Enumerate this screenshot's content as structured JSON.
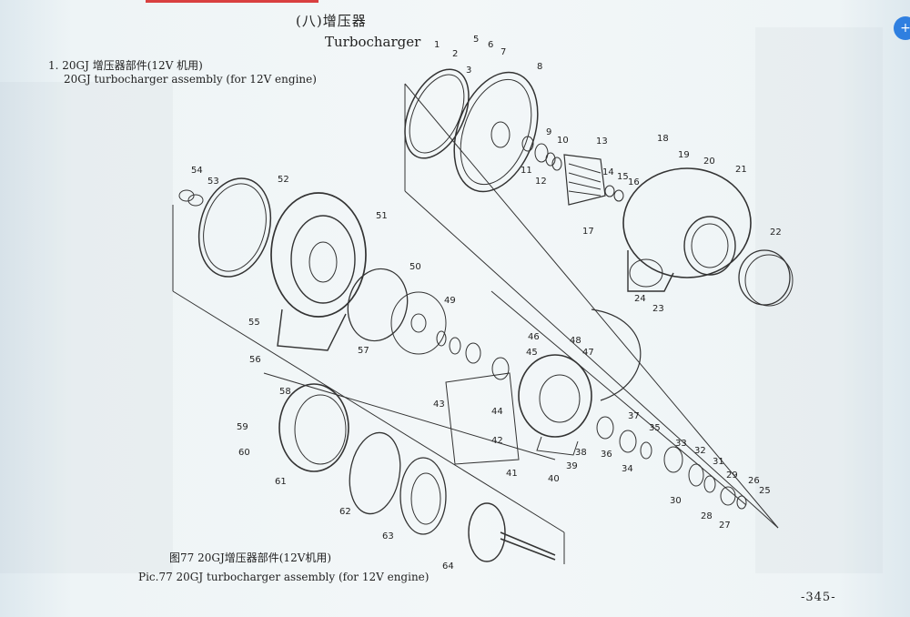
{
  "heading": {
    "section_cn": "(八)增压器",
    "section_en": "Turbocharger",
    "item_cn": "1. 20GJ 增压器部件(12V 机用)",
    "item_en": "20GJ turbocharger assembly (for 12V engine)"
  },
  "caption": {
    "cn": "图77  20GJ增压器部件(12V机用)",
    "en": "Pic.77  20GJ turbocharger assembly (for 12V engine)"
  },
  "page_number": "-345-",
  "part_labels": [
    "1",
    "2",
    "3",
    "5",
    "6",
    "7",
    "8",
    "9",
    "10",
    "11",
    "12",
    "13",
    "14",
    "15",
    "16",
    "17",
    "18",
    "19",
    "20",
    "21",
    "22",
    "23",
    "24",
    "25",
    "26",
    "27",
    "28",
    "29",
    "30",
    "31",
    "32",
    "33",
    "34",
    "35",
    "36",
    "37",
    "38",
    "39",
    "40",
    "41",
    "42",
    "43",
    "44",
    "45",
    "46",
    "47",
    "48",
    "49",
    "50",
    "51",
    "52",
    "53",
    "54",
    "55",
    "56",
    "57",
    "58",
    "59",
    "60",
    "61",
    "62",
    "63",
    "64"
  ],
  "badge_icon": "plus-icon"
}
